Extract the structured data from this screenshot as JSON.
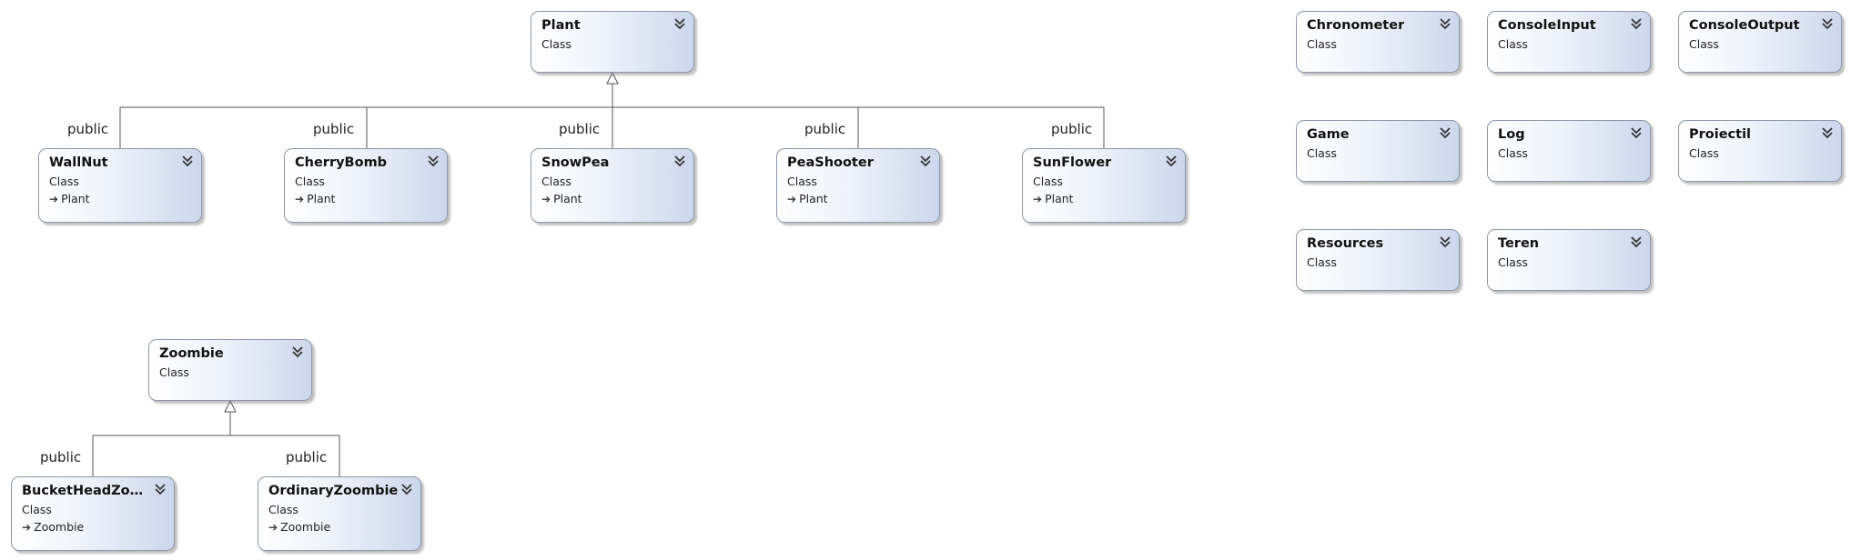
{
  "inheritance_label": "public",
  "kind_label": "Class",
  "classes": {
    "plant": {
      "name": "Plant"
    },
    "wallnut": {
      "name": "WallNut",
      "base": "Plant"
    },
    "cherrybomb": {
      "name": "CherryBomb",
      "base": "Plant"
    },
    "snowpea": {
      "name": "SnowPea",
      "base": "Plant"
    },
    "peashooter": {
      "name": "PeaShooter",
      "base": "Plant"
    },
    "sunflower": {
      "name": "SunFlower",
      "base": "Plant"
    },
    "zoombie": {
      "name": "Zoombie"
    },
    "bucketheadzoombie": {
      "name": "BucketHeadZoo...",
      "base": "Zoombie"
    },
    "ordinaryzoombie": {
      "name": "OrdinaryZoombie",
      "base": "Zoombie"
    },
    "chronometer": {
      "name": "Chronometer"
    },
    "consoleinput": {
      "name": "ConsoleInput"
    },
    "consoleoutput": {
      "name": "ConsoleOutput"
    },
    "game": {
      "name": "Game"
    },
    "log": {
      "name": "Log"
    },
    "proiectil": {
      "name": "Proiectil"
    },
    "resources": {
      "name": "Resources"
    },
    "teren": {
      "name": "Teren"
    }
  },
  "icons": {
    "expand": "double-chevron-down-icon",
    "inherits": "inheritance-arrow-icon"
  },
  "colors": {
    "box_border": "#8c96a8",
    "box_gradient_end": "#cdd7ec",
    "connector": "#555555"
  }
}
